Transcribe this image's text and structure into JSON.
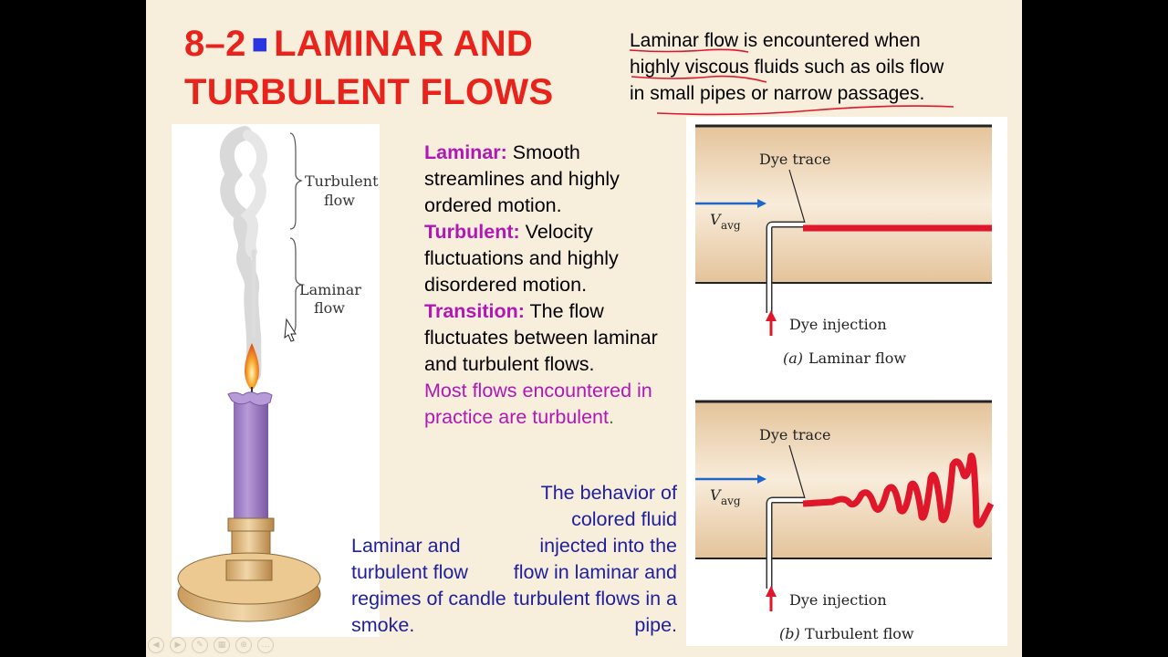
{
  "title": {
    "number": "8–2",
    "line1": "LAMINAR AND",
    "line2": "TURBULENT FLOWS"
  },
  "intro": {
    "underlined_1": "Laminar flow",
    "rest_1": " is encountered when",
    "underlined_2": "highly viscous",
    "rest_2": " fluids such as oils flow",
    "prefix_3": "in ",
    "underlined_3": "small pipes or narrow passages",
    "rest_3": "."
  },
  "definitions": {
    "laminar_term": "Laminar:",
    "laminar_text": "Smooth streamlines and highly ordered motion.",
    "turbulent_term": "Turbulent:",
    "turbulent_text": "Velocity fluctuations and highly disordered motion.",
    "transition_term": "Transition:",
    "transition_text": "The flow fluctuates between laminar and turbulent flows.",
    "note": "Most flows encountered in practice are turbulent",
    "note_end": "."
  },
  "candle_figure": {
    "turbulent_label_1": "Turbulent",
    "turbulent_label_2": "flow",
    "laminar_label_1": "Laminar",
    "laminar_label_2": "flow"
  },
  "pipe_figure": {
    "dye_trace": "Dye trace",
    "v_symbol": "V",
    "v_subscript": "avg",
    "dye_injection": "Dye injection",
    "caption_a_tag": "(a)",
    "caption_a_text": "Laminar flow",
    "caption_b_tag": "(b)",
    "caption_b_text": "Turbulent flow"
  },
  "captions": {
    "left": "Laminar and turbulent flow regimes of candle smoke.",
    "right": "The behavior of colored fluid injected into the flow in laminar and turbulent flows in a pipe."
  },
  "player_controls": [
    "prev-icon",
    "next-icon",
    "pen-icon",
    "slides-icon",
    "zoom-icon",
    "more-icon"
  ],
  "colors": {
    "title_red": "#e8231b",
    "term_magenta": "#b317b3",
    "caption_blue": "#1f1f9e",
    "dye_red": "#e0162b",
    "arrow_blue": "#1e66c9",
    "slide_background": "#f7eedc"
  }
}
